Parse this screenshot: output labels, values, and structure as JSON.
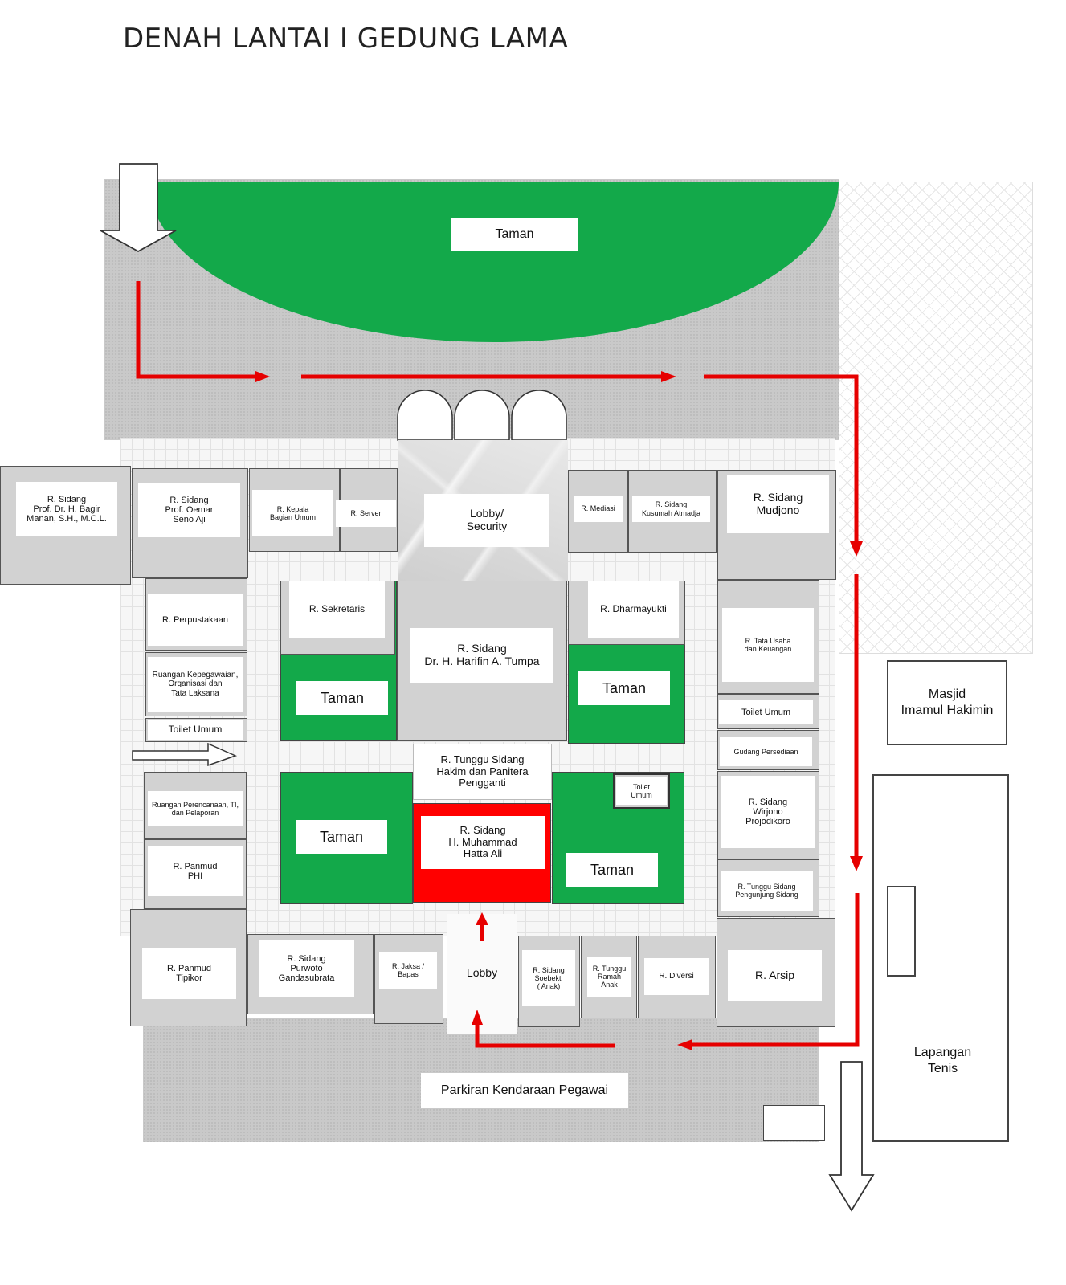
{
  "title": "DENAH LANTAI I GEDUNG LAMA",
  "colors": {
    "garden": "#13a94a",
    "route": "#e60000",
    "highlight_room": "#ff0000",
    "pavement": "#c9c9c9",
    "room": "#d2d2d2"
  },
  "icons": {
    "entry": "arrow-down-outline-icon",
    "exit": "arrow-down-outline-icon",
    "side_entry": "arrow-right-outline-icon",
    "route": "red-route-arrow-icon"
  },
  "labels": {
    "taman_top": "Taman",
    "r_bagir": "R. Sidang\nProf. Dr. H. Bagir\nManan, S.H., M.C.L.",
    "r_oemar": "R. Sidang\nProf. Oemar\nSeno Aji",
    "r_kepala": "R. Kepala\nBagian Umum",
    "r_server": "R. Server",
    "lobby_security": "Lobby/\nSecurity",
    "r_mediasi": "R. Mediasi",
    "r_kusumah": "R. Sidang\nKusumah Atmadja",
    "r_mudjono": "R. Sidang\nMudjono",
    "r_perpustakaan": "R. Perpustakaan",
    "r_kepegawaian": "Ruangan Kepegawaian,\nOrganisasi dan\nTata Laksana",
    "toilet_left": "Toilet Umum",
    "r_perencanaan": "Ruangan Perencanaan, TI,\ndan Pelaporan",
    "r_panmud_phi": "R. Panmud\nPHI",
    "r_panmud_tipikor": "R. Panmud\nTipikor",
    "r_sekretaris": "R. Sekretaris",
    "r_harifin": "R. Sidang\nDr. H. Harifin A. Tumpa",
    "r_dharmayukti": "R. Dharmayukti",
    "taman_nw": "Taman",
    "taman_ne": "Taman",
    "r_tunggu_hakim": "R. Tunggu Sidang\nHakim dan Panitera\nPengganti",
    "taman_sw": "Taman",
    "r_hatta": "R. Sidang\nH. Muhammad\nHatta Ali",
    "toilet_center": "Toilet\nUmum",
    "taman_se": "Taman",
    "r_tata_usaha": "R. Tata Usaha\ndan Keuangan",
    "toilet_right": "Toilet Umum",
    "gudang": "Gudang Persediaan",
    "r_wirjono": "R. Sidang\nWirjono\nProjodikoro",
    "r_tunggu_pengunjung": "R. Tunggu Sidang\nPengunjung Sidang",
    "r_purwoto": "R. Sidang\nPurwoto\nGandasubrata",
    "r_jaksa": "R. Jaksa /\nBapas",
    "lobby": "Lobby",
    "r_soebekti": "R. Sidang\nSoebekti\n( Anak)",
    "r_ramah_anak": "R. Tunggu\nRamah\nAnak",
    "r_diversi": "R. Diversi",
    "r_arsip": "R. Arsip",
    "masjid": "Masjid\nImamul Hakimin",
    "lapangan": "Lapangan\nTenis",
    "parkiran": "Parkiran Kendaraan Pegawai"
  }
}
